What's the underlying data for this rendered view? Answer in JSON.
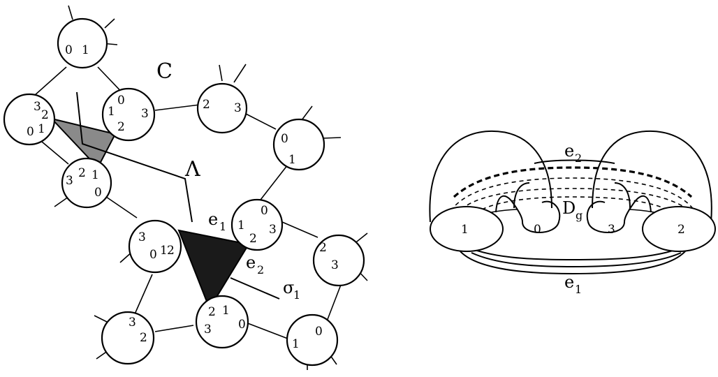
{
  "left": {
    "labels": {
      "C": "C",
      "Lambda": "Λ",
      "e1_base": "e",
      "e1_sub": "1",
      "e2_base": "e",
      "e2_sub": "2",
      "sigma_base": "σ",
      "sigma_sub": "1"
    },
    "nodes": [
      {
        "id": "n-top",
        "labels": [
          "0",
          "1"
        ]
      },
      {
        "id": "n-left",
        "labels": [
          "3",
          "2",
          "0",
          "1"
        ]
      },
      {
        "id": "n-uppermid",
        "labels": [
          "0",
          "1",
          "2",
          "3"
        ]
      },
      {
        "id": "n-lowerleft",
        "labels": [
          "3",
          "2",
          "1",
          "0"
        ]
      },
      {
        "id": "n-top-right1",
        "labels": [
          "2",
          "3"
        ]
      },
      {
        "id": "n-right1",
        "labels": [
          "0",
          "1"
        ]
      },
      {
        "id": "n-center",
        "labels": [
          "3",
          "2",
          "0",
          "1"
        ]
      },
      {
        "id": "n-center-right",
        "labels": [
          "0",
          "1",
          "2",
          "3"
        ]
      },
      {
        "id": "n-far-right",
        "labels": [
          "2",
          "3"
        ]
      },
      {
        "id": "n-bottom-left",
        "labels": [
          "3",
          "2"
        ]
      },
      {
        "id": "n-bottom-mid",
        "labels": [
          "2",
          "1",
          "3",
          "0"
        ]
      },
      {
        "id": "n-bottom-right",
        "labels": [
          "0",
          "1"
        ]
      }
    ]
  },
  "right": {
    "labels": {
      "e2_base": "e",
      "e2_sub": "2",
      "e1_base": "e",
      "e1_sub": "1",
      "Dg_base": "D",
      "Dg_sub": "g"
    },
    "holes": [
      "1",
      "0",
      "3",
      "2"
    ]
  },
  "colors": {
    "ink": "#000000",
    "shade_light": "#8a8a8a",
    "shade_dark": "#1a1a1a",
    "paper": "#ffffff"
  }
}
